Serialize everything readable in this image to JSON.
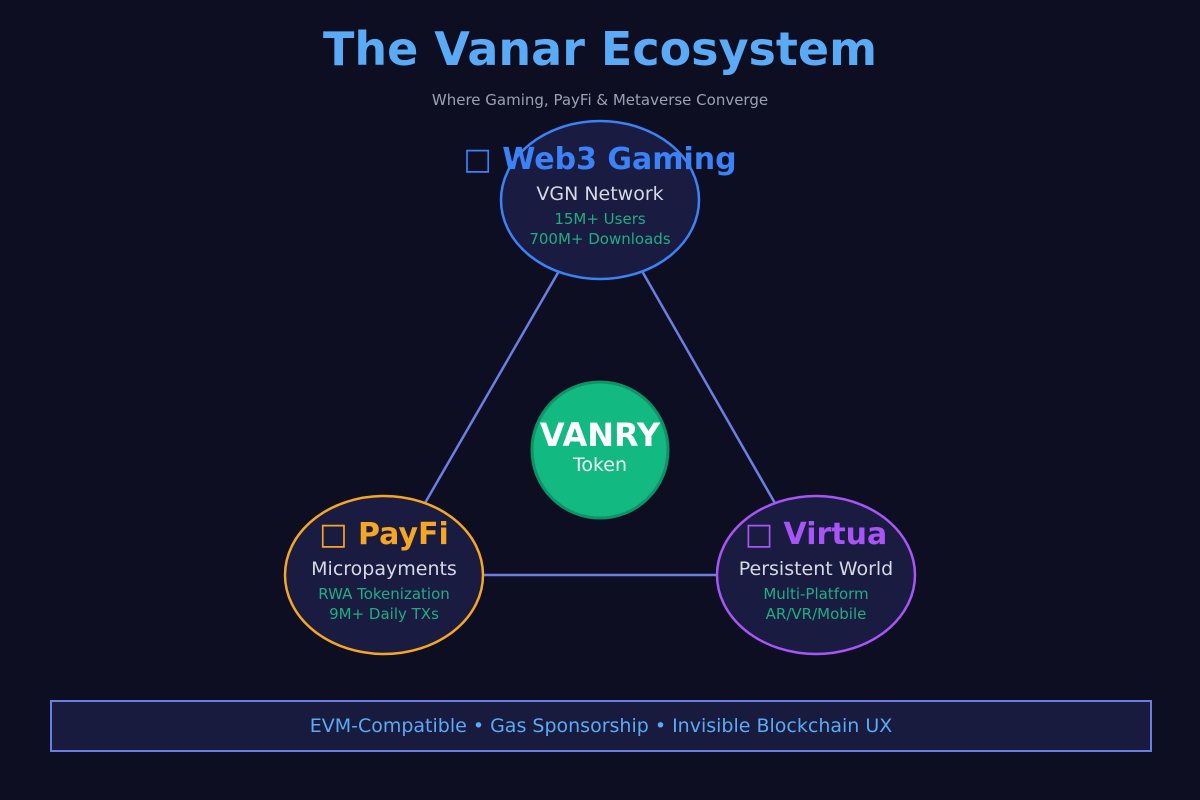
{
  "header": {
    "title": "The Vanar Ecosystem",
    "subtitle": "Where Gaming, PayFi & Metaverse Converge"
  },
  "nodes": {
    "gaming": {
      "icon": "□",
      "title": "Web3 Gaming",
      "subtitle": "VGN Network",
      "stats": [
        "15M+ Users",
        "700M+ Downloads"
      ],
      "color": "#3b82f6"
    },
    "payfi": {
      "icon": "□",
      "title": "PayFi",
      "subtitle": "Micropayments",
      "stats": [
        "RWA Tokenization",
        "9M+ Daily TXs"
      ],
      "color": "#f5a623"
    },
    "virtua": {
      "icon": "□",
      "title": "Virtua",
      "subtitle": "Persistent World",
      "stats": [
        "Multi-Platform",
        "AR/VR/Mobile"
      ],
      "color": "#a855f7"
    }
  },
  "token": {
    "name": "VANRY",
    "label": "Token",
    "color": "#12b981"
  },
  "footer": {
    "text": "EVM-Compatible • Gas Sponsorship • Invisible Blockchain UX"
  },
  "colors": {
    "background": "#0d0e22",
    "node_fill": "#1a1b40",
    "connector": "#6b7fe3",
    "stat_text": "#1fae82"
  }
}
